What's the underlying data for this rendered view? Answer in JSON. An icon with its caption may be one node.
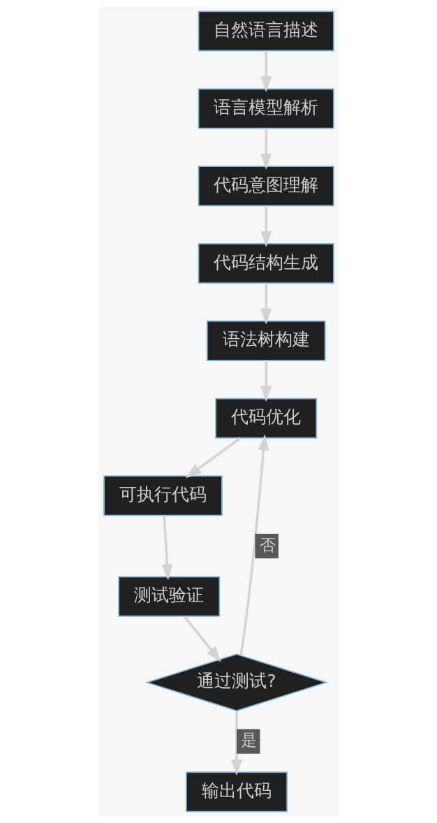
{
  "diagram": {
    "nodes": [
      {
        "text": [
          "自然语言描述"
        ]
      },
      {
        "text": [
          "语言模型解析"
        ]
      },
      {
        "text": [
          "代码意图理解"
        ]
      },
      {
        "text": [
          "代码结构生成"
        ]
      },
      {
        "text": [
          "语法树构建"
        ]
      },
      {
        "text": [
          "代码优化"
        ]
      },
      {
        "text": [
          "可执行代码"
        ]
      },
      {
        "text": [
          "测试验证"
        ]
      },
      {
        "text": [
          "通过测试?"
        ]
      },
      {
        "text": [
          "输出代码"
        ]
      }
    ],
    "edges": [
      {
        "from": 0,
        "to": 1,
        "arrow": "to"
      },
      {
        "from": 1,
        "to": 2,
        "arrow": "to"
      },
      {
        "from": 2,
        "to": 3,
        "arrow": "to"
      },
      {
        "from": 3,
        "to": 4,
        "arrow": "to"
      },
      {
        "from": 4,
        "to": 5,
        "arrow": "to"
      },
      {
        "from": 5,
        "to": 6,
        "arrow": "to"
      },
      {
        "from": 6,
        "to": 7,
        "arrow": "to"
      },
      {
        "from": 7,
        "to": 8,
        "arrow": "to"
      },
      {
        "from": 8,
        "to": 5,
        "arrow": "to",
        "label": "否"
      },
      {
        "from": 8,
        "to": 9,
        "arrow": "to",
        "label": "是"
      }
    ]
  }
}
